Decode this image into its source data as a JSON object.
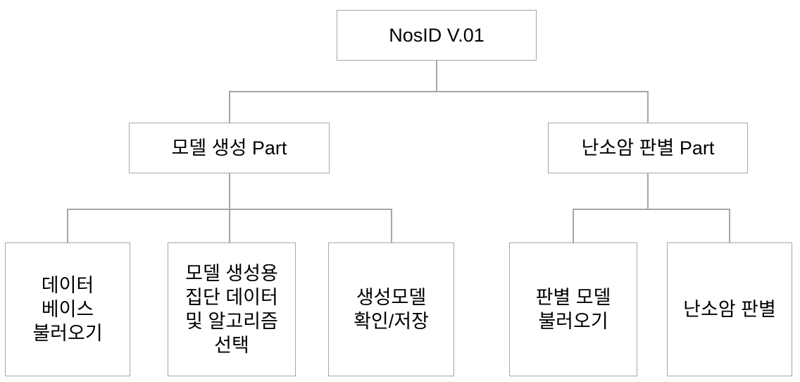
{
  "colors": {
    "background": "#ffffff",
    "box_border": "#a6a6a6",
    "connector": "#a6a6a6",
    "text": "#000000"
  },
  "diagram": {
    "type": "flowchart-hierarchy",
    "root": {
      "label": "NosID V.01"
    },
    "branches": [
      {
        "label": "모델 생성 Part",
        "children": [
          {
            "label": "데이터\n베이스\n불러오기"
          },
          {
            "label": "모델 생성용\n집단 데이터\n및 알고리즘\n선택"
          },
          {
            "label": "생성모델\n확인/저장"
          }
        ]
      },
      {
        "label": "난소암 판별 Part",
        "children": [
          {
            "label": "판별 모델\n불러오기"
          },
          {
            "label": "난소암 판별"
          }
        ]
      }
    ]
  }
}
